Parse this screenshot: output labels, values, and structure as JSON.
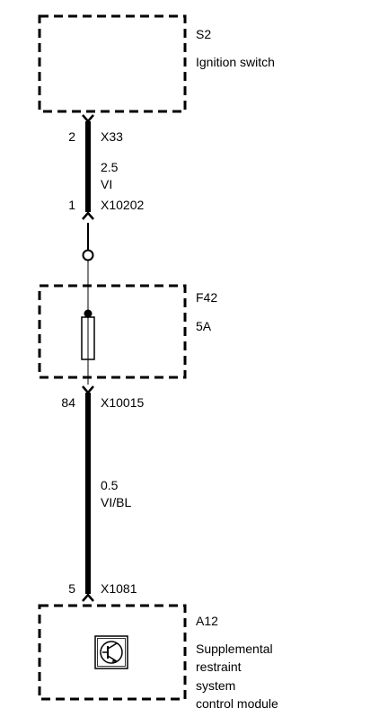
{
  "components": {
    "s2": {
      "code": "S2",
      "name": "Ignition switch"
    },
    "f42": {
      "code": "F42",
      "rating": "5A"
    },
    "a12": {
      "code": "A12",
      "name_lines": [
        "Supplemental",
        "restraint",
        "system",
        "control module"
      ]
    }
  },
  "wires": {
    "upper": {
      "top_pin": "2",
      "top_connector": "X33",
      "size": "2.5",
      "color": "VI",
      "bottom_pin": "1",
      "bottom_connector": "X10202"
    },
    "lower": {
      "top_pin": "84",
      "top_connector": "X10015",
      "size": "0.5",
      "color": "VI/BL",
      "bottom_pin": "5",
      "bottom_connector": "X1081"
    }
  },
  "icons": {
    "module_symbol": "transistor-icon",
    "fuse_symbol": "fuse-icon"
  }
}
